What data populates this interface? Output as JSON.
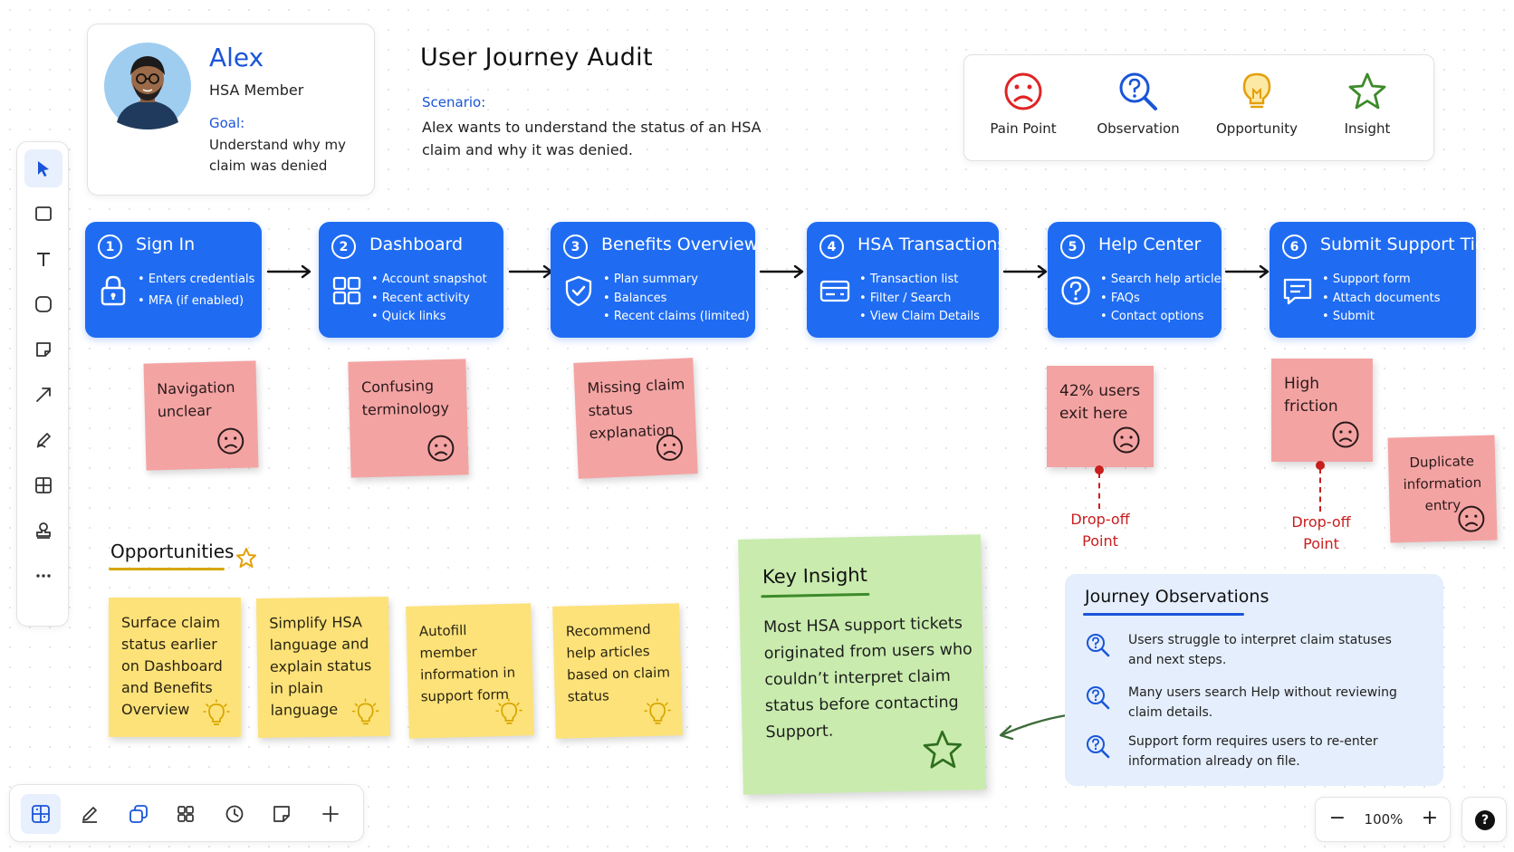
{
  "persona": {
    "name": "Alex",
    "role": "HSA Member",
    "goal_label": "Goal:",
    "goal": "Understand why my claim was denied"
  },
  "header": {
    "title": "User Journey Audit",
    "scenario_label": "Scenario:",
    "scenario": "Alex wants to understand the status of an HSA claim and why it was denied."
  },
  "legend": {
    "items": [
      {
        "label": "Pain Point",
        "icon": "sad-face-icon",
        "color": "#e02424"
      },
      {
        "label": "Observation",
        "icon": "magnifier-question-icon",
        "color": "#1a55d8"
      },
      {
        "label": "Opportunity",
        "icon": "lightbulb-icon",
        "color": "#e3a008"
      },
      {
        "label": "Insight",
        "icon": "star-icon",
        "color": "#3d8a2a"
      }
    ]
  },
  "steps": [
    {
      "num": "1",
      "title": "Sign In",
      "icon": "lock-icon",
      "bullets": [
        "Enters credentials",
        "MFA (if enabled)"
      ]
    },
    {
      "num": "2",
      "title": "Dashboard",
      "icon": "grid-icon",
      "bullets": [
        "Account snapshot",
        "Recent activity",
        "Quick links"
      ]
    },
    {
      "num": "3",
      "title": "Benefits Overview",
      "icon": "shield-check-icon",
      "bullets": [
        "Plan summary",
        "Balances",
        "Recent claims (limited)"
      ]
    },
    {
      "num": "4",
      "title": "HSA Transactions",
      "icon": "card-icon",
      "bullets": [
        "Transaction list",
        "Filter / Search",
        "View Claim Details"
      ]
    },
    {
      "num": "5",
      "title": "Help Center",
      "icon": "question-circle-icon",
      "bullets": [
        "Search help articles",
        "FAQs",
        "Contact options"
      ]
    },
    {
      "num": "6",
      "title": "Submit Support Ticket",
      "icon": "message-icon",
      "bullets": [
        "Support form",
        "Attach documents",
        "Submit"
      ]
    }
  ],
  "pain_points": [
    {
      "text": "Navigation unclear"
    },
    {
      "text": "Confusing terminology"
    },
    {
      "text": "Missing claim status explanation"
    },
    {
      "text": "42% users exit here"
    },
    {
      "text": "High friction"
    },
    {
      "text": "Duplicate information entry"
    }
  ],
  "dropoffs": [
    {
      "label": "Drop-off Point"
    },
    {
      "label": "Drop-off Point"
    }
  ],
  "opportunities": {
    "title": "Opportunities",
    "items": [
      {
        "text": "Surface claim status earlier on Dashboard and Benefits Overview"
      },
      {
        "text": "Simplify HSA language and explain status in plain language"
      },
      {
        "text": "Autofill member information in support form"
      },
      {
        "text": "Recommend help articles based on claim status"
      }
    ]
  },
  "key_insight": {
    "title": "Key Insight",
    "text": "Most HSA support tickets originated from users who couldn’t interpret claim status before contacting Support."
  },
  "observations": {
    "title": "Journey Observations",
    "items": [
      {
        "text": "Users struggle to interpret claim statuses and next steps."
      },
      {
        "text": "Many users search Help without reviewing claim details."
      },
      {
        "text": "Support form requires users to re-enter information already on file."
      }
    ]
  },
  "toolbar_left": [
    "select-tool",
    "rectangle-tool",
    "text-tool",
    "shape-tool",
    "sticky-note-tool",
    "arrow-tool",
    "pen-tool",
    "table-tool",
    "stamp-tool",
    "more-tool"
  ],
  "toolbar_bottom": [
    "frames-tool",
    "draw-tool",
    "layers-tool",
    "apps-tool",
    "history-tool",
    "notes-tool",
    "add-tool"
  ],
  "zoom": {
    "minus": "−",
    "value": "100%",
    "plus": "+"
  },
  "help": {
    "label": "?"
  }
}
